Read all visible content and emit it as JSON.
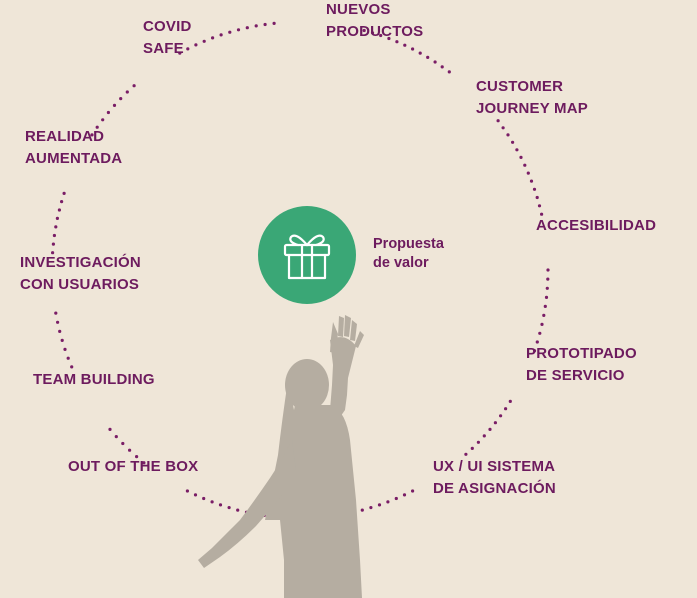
{
  "colors": {
    "background": "#efe6d8",
    "label": "#6d1b5e",
    "dots": "#7a1e66",
    "accent_circle": "#3aa776",
    "silhouette": "#b5ada1"
  },
  "center": {
    "icon": "gift-icon",
    "label": "Propuesta\nde valor"
  },
  "items": [
    {
      "label": "COVID\nSAFE"
    },
    {
      "label": "NUEVOS\nPRODUCTOS"
    },
    {
      "label": "CUSTOMER\nJOURNEY MAP"
    },
    {
      "label": "ACCESIBILIDAD"
    },
    {
      "label": "PROTOTIPADO\nDE SERVICIO"
    },
    {
      "label": "UX / UI SISTEMA\nDE ASIGNACIÓN"
    },
    {
      "label": "OUT OF THE BOX"
    },
    {
      "label": "TEAM BUILDING"
    },
    {
      "label": "INVESTIGACIÓN\nCON USUARIOS"
    },
    {
      "label": "REALIDAD\nAUMENTADA"
    }
  ]
}
